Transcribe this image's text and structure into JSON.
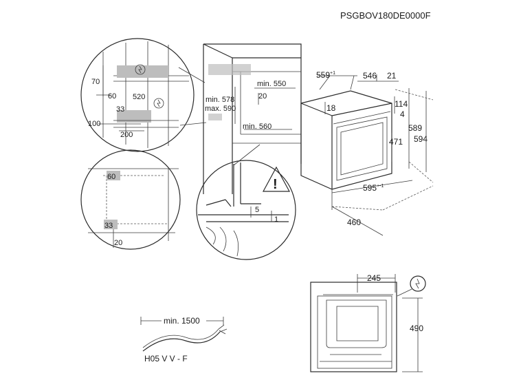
{
  "model_code": "PSGBOV180DE0000F",
  "detail_circle_1": {
    "d70": "70",
    "d60": "60",
    "d520": "520",
    "d33": "33",
    "d100": "100",
    "d200": "200"
  },
  "detail_circle_2": {
    "d60": "60",
    "d33": "33",
    "d20": "20"
  },
  "cabinet": {
    "min578": "min. 578",
    "max590": "max. 590",
    "min550": "min. 550",
    "d20": "20",
    "min560": "min. 560"
  },
  "warning_detail": {
    "d5": "5",
    "d1": "1"
  },
  "oven": {
    "d559": "559",
    "d559_sup": "+1",
    "d546": "546",
    "d21": "21",
    "d18": "18",
    "d114": "114",
    "d4": "4",
    "d471": "471",
    "d589": "589",
    "d594": "594",
    "d595": "595",
    "d595_sup": "+-1",
    "d460": "460"
  },
  "cable": {
    "min1500": "min. 1500",
    "type": "H05 V V - F"
  },
  "front_view": {
    "d245": "245",
    "d490": "490"
  }
}
